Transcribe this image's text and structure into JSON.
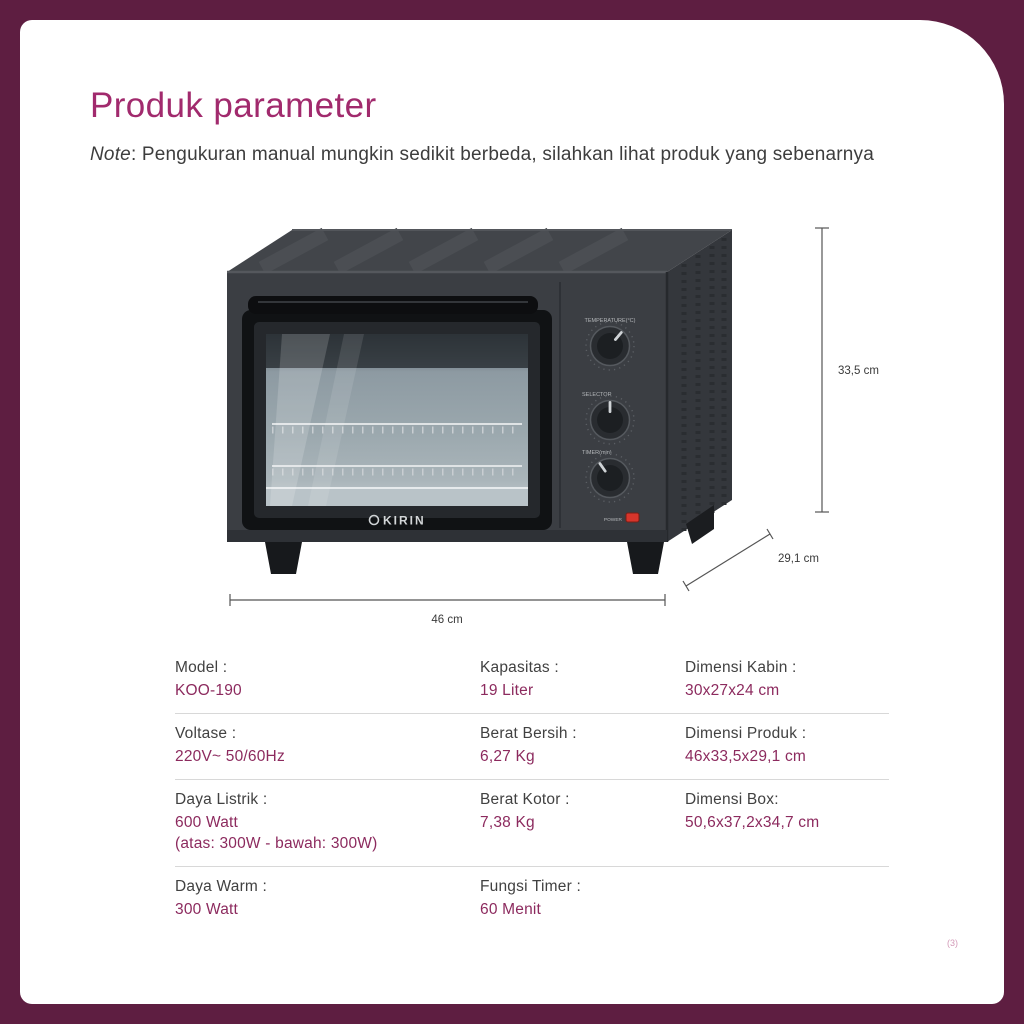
{
  "colors": {
    "background": "#5e1e41",
    "title": "#a12a6d",
    "value_text": "#8c2a5e"
  },
  "header": {
    "title": "Produk parameter",
    "note_label": "Note",
    "note_text": ": Pengukuran manual mungkin sedikit berbeda, silahkan lihat produk yang sebenarnya"
  },
  "diagram": {
    "brand": "KIRIN",
    "height_label": "33,5 cm",
    "depth_label": "29,1 cm",
    "width_label": "46 cm",
    "panel": {
      "temperature": "TEMPERATURE(°C)",
      "selector": "SELECTOR",
      "timer": "TIMER(min)",
      "power": "POWER"
    }
  },
  "spec_table": {
    "rows": [
      [
        {
          "label": "Model :",
          "value": "KOO-190"
        },
        {
          "label": "Kapasitas :",
          "value": "19 Liter"
        },
        {
          "label": "Dimensi Kabin :",
          "value": "30x27x24 cm"
        }
      ],
      [
        {
          "label": "Voltase :",
          "value": "220V~ 50/60Hz"
        },
        {
          "label": "Berat Bersih :",
          "value": "6,27 Kg"
        },
        {
          "label": "Dimensi Produk :",
          "value": "46x33,5x29,1 cm"
        }
      ],
      [
        {
          "label": "Daya Listrik :",
          "value": "600 Watt",
          "extra": "(atas: 300W - bawah: 300W)"
        },
        {
          "label": "Berat Kotor :",
          "value": "7,38 Kg"
        },
        {
          "label": "Dimensi Box:",
          "value": "50,6x37,2x34,7 cm"
        }
      ],
      [
        {
          "label": "Daya Warm :",
          "value": "300 Watt"
        },
        {
          "label": "Fungsi Timer :",
          "value": "60 Menit"
        },
        {
          "label": "",
          "value": ""
        }
      ]
    ]
  },
  "footer": {
    "corner_mark": "(3)"
  }
}
